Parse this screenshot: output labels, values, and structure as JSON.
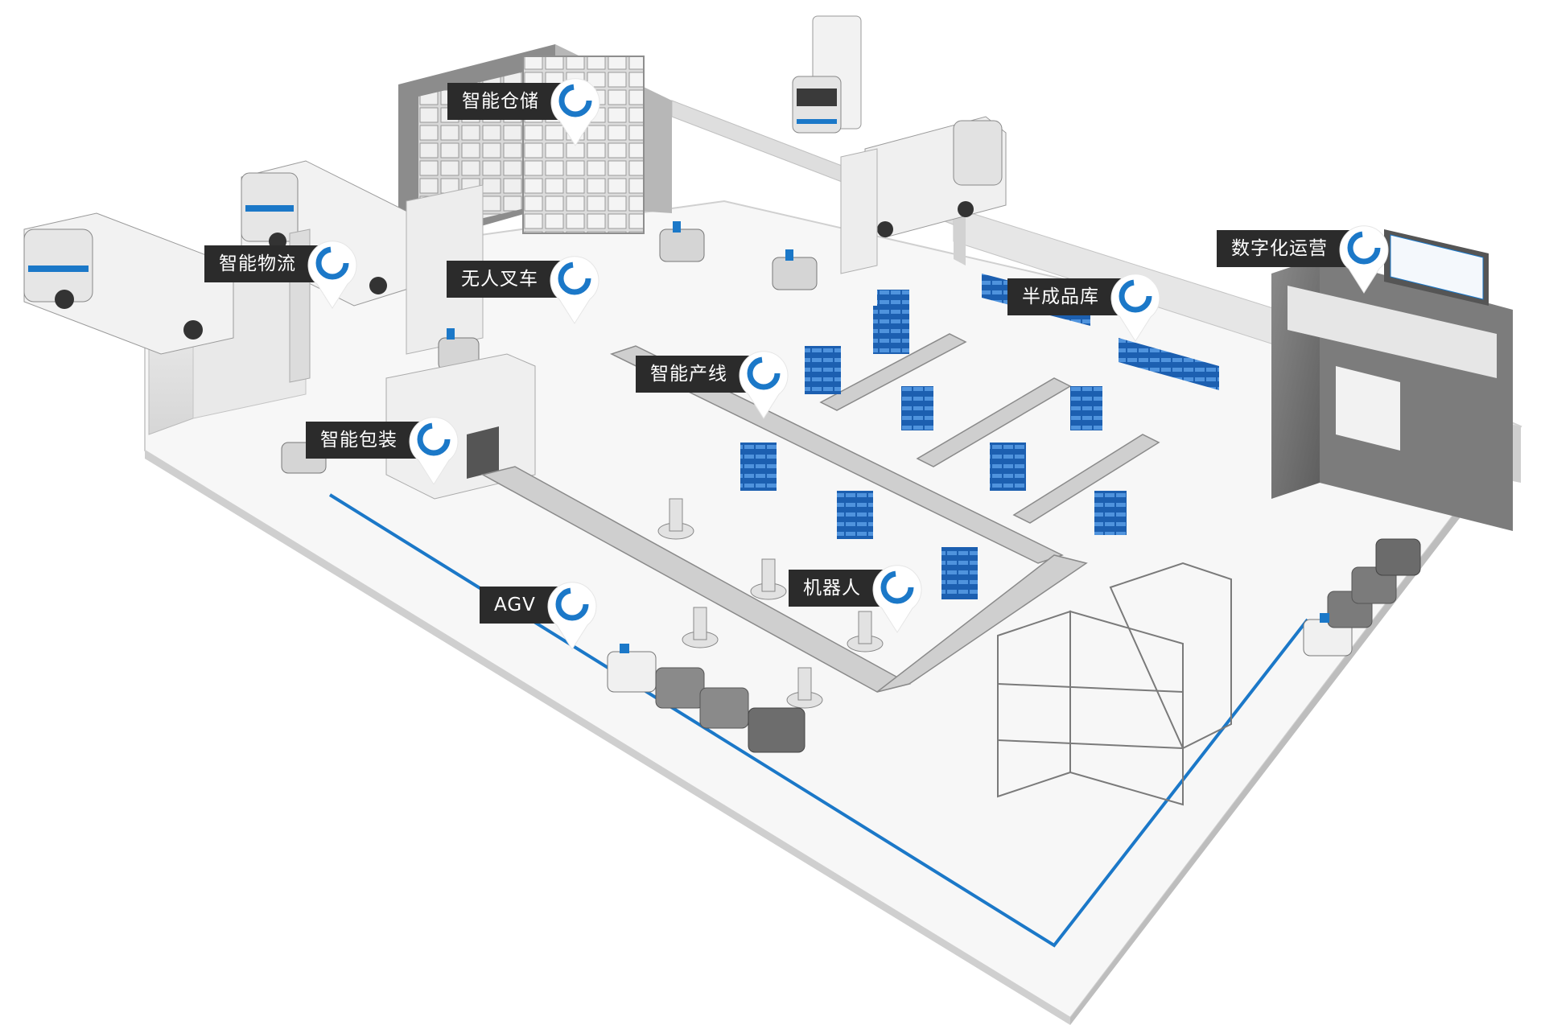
{
  "callouts": [
    {
      "id": "smart-warehouse",
      "label": "智能仓储"
    },
    {
      "id": "smart-logistics",
      "label": "智能物流"
    },
    {
      "id": "unmanned-forklift",
      "label": "无人叉车"
    },
    {
      "id": "semi-finished-store",
      "label": "半成品库"
    },
    {
      "id": "digital-operations",
      "label": "数字化运营"
    },
    {
      "id": "smart-production-line",
      "label": "智能产线"
    },
    {
      "id": "smart-packaging",
      "label": "智能包装"
    },
    {
      "id": "robot",
      "label": "机器人"
    },
    {
      "id": "agv",
      "label": "AGV"
    }
  ],
  "colors": {
    "accent_blue": "#1b78c8",
    "label_bg": "#2b2b2b",
    "wall": "#e8e8e8",
    "floor": "#fafafa"
  }
}
